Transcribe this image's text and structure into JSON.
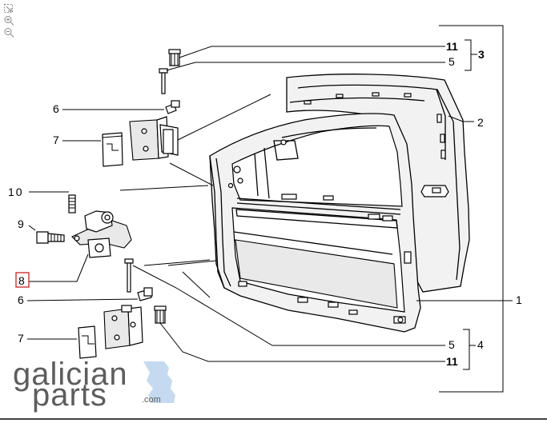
{
  "labels": {
    "l11_top": "11",
    "l5_top": "5",
    "l3": "3",
    "l2": "2",
    "l6_top": "6",
    "l7_top": "7",
    "l10": "10",
    "l9": "9",
    "l8": "8",
    "l6_bot": "6",
    "l7_bot": "7",
    "l1": "1",
    "l5_bot": "5",
    "l4": "4",
    "l11_bot": "11"
  },
  "brand": {
    "line1": "galician",
    "line2": "parts",
    "domain": ".com"
  },
  "colors": {
    "highlight_box": "#cc2222",
    "brand_text": "#5d5d5d",
    "brand_shape": "#c5daf0"
  },
  "icons": [
    "fullscreen-icon",
    "zoom-in-icon",
    "zoom-out-icon"
  ]
}
